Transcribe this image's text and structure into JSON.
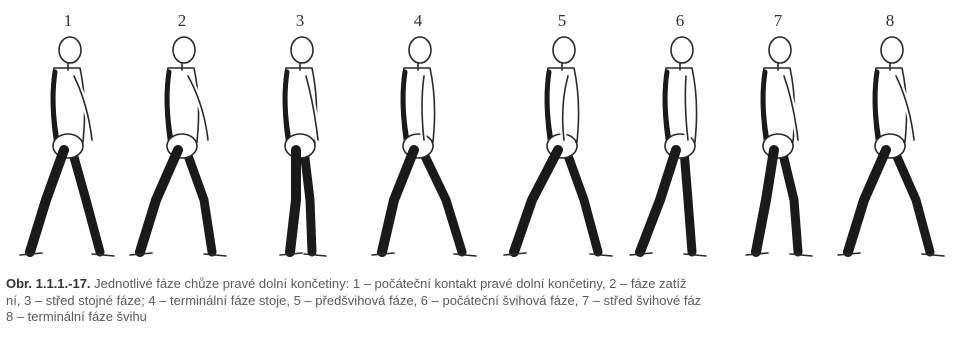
{
  "figure": {
    "frames": [
      {
        "number": "1"
      },
      {
        "number": "2"
      },
      {
        "number": "3"
      },
      {
        "number": "4"
      },
      {
        "number": "5"
      },
      {
        "number": "6"
      },
      {
        "number": "7"
      },
      {
        "number": "8"
      }
    ],
    "caption": {
      "label": "Obr. 1.1.1.-17.",
      "line1": " Jednotlivé fáze chůze pravé dolní končetiny: 1 – počáteční kontakt pravé dolní končetiny, 2 – fáze zatíž",
      "line2": "ní, 3 – střed stojné fáze; 4 – terminální fáze stoje, 5 – předšvihová fáze, 6 – počáteční švihová fáze, 7 – střed švihové fáz",
      "line3": "8 – terminální fáze švihu"
    },
    "colors": {
      "outline": "#2a2a2a",
      "dark_leg": "#1a1a1a",
      "text": "#5a5a5a"
    }
  }
}
